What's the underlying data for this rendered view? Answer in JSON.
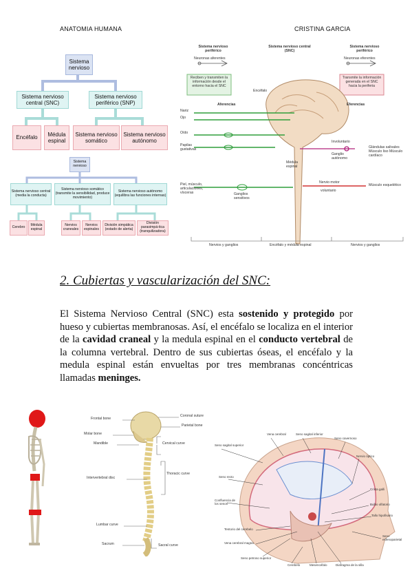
{
  "header": {
    "left": "ANATOMIA HUMANA",
    "right": "CRISTINA GARCIA"
  },
  "tree1": {
    "root": "Sistema nervioso",
    "central": "Sistema nervioso central (SNC)",
    "peripheral": "Sistema nervioso periférico (SNP)",
    "encephalon": "Encéfalo",
    "spinal": "Médula espinal",
    "somatic": "Sistema nervioso somático",
    "autonomic": "Sistema nervioso autónomo"
  },
  "tree2": {
    "root": "Sistema nervioso",
    "central": "Sistema nervioso central (media la conducta)",
    "somatic": "Sistema nervioso somático (transmite la sensibilidad, produce movimiento)",
    "autonomic": "Sistema nervioso autónomo (equilibra las funciones internas)",
    "leaves": [
      "Cerebro",
      "Médula espinal",
      "Nervios craneales",
      "Nervios espinales",
      "División simpática (estado de alerta)",
      "División parasimpá-tica (tranquilizadora)"
    ]
  },
  "diagram": {
    "col_left_title": "Sistema nervioso periférico",
    "col_mid_title": "Sistema nervioso central (SNC)",
    "col_right_title": "Sistema nervioso periférico",
    "afferent_neurons": "Neuronas aferentes",
    "efferent_neurons": "Neuronas eferentes",
    "afferent_box": "Reciben y transmiten la información desde el entorno hacia el SNC",
    "efferent_box": "Transmite la información generada en el SNC hacia la periferia",
    "encephalon": "Encéfalo",
    "afferences": "Aferencias",
    "efferences": "Eferencias",
    "senses": [
      "Nariz",
      "Ojo",
      "Oído",
      "Papilas gustativas"
    ],
    "skin": "Piel, músculo, articulaciones, vísceras",
    "spinal_cord": "Médula espinal",
    "involuntary": "Involuntario",
    "autonomic_ganglion": "Ganglio autónomo",
    "glands": "Glándulas salivales Músculo liso Músculo cardíaco",
    "motor_nerve": "Nervio motor",
    "voluntary": "voluntario",
    "skeletal": "Músculo esquelético",
    "sensory_ganglia": "Ganglios sensitivos",
    "bottom": [
      "Nervios y ganglios",
      "Encéfalo y médula espinal",
      "Nervios y ganglios"
    ]
  },
  "section": {
    "title": "2. Cubiertas y vascularización del SNC:",
    "p1": "El Sistema Nervioso Central (SNC) esta ",
    "b1": "sostenido y protegido",
    "p2": " por hueso y cubiertas membranosas. Así, el encéfalo se localiza en el interior de la ",
    "b2": "cavidad craneal",
    "p3": " y la medula espinal en el ",
    "b3": "conducto vertebral",
    "p4": " de la columna vertebral. Dentro de sus cubiertas óseas, el encéfalo y la medula espinal están envueltas por tres membranas concéntricas llamadas ",
    "b4": "meninges."
  },
  "spine": {
    "labels": [
      "Frontal bone",
      "Molar bone",
      "Mandible",
      "Intervertebral disc",
      "Lumbar curve",
      "Sacrum",
      "Coronal suture",
      "Parietal bone",
      "Cervical curve",
      "Thoracic curve",
      "Sacral curve"
    ]
  },
  "sinus": {
    "labels": [
      "Vena cerebral",
      "Seno sagital inferior",
      "Seno sagital superior",
      "Seno cavernoso",
      "Seno recto",
      "Nervio óptico",
      "Confluencia de los senos",
      "Crista galli",
      "Bulbo olfatorio",
      "Tallo hipofisario",
      "Tentorio del cerebelo",
      "Vena cerebral magna",
      "Seno esfenoparietal",
      "Seno petroso superior",
      "Cerebelo",
      "Mesencéfalo",
      "Diafragma de la silla"
    ]
  }
}
